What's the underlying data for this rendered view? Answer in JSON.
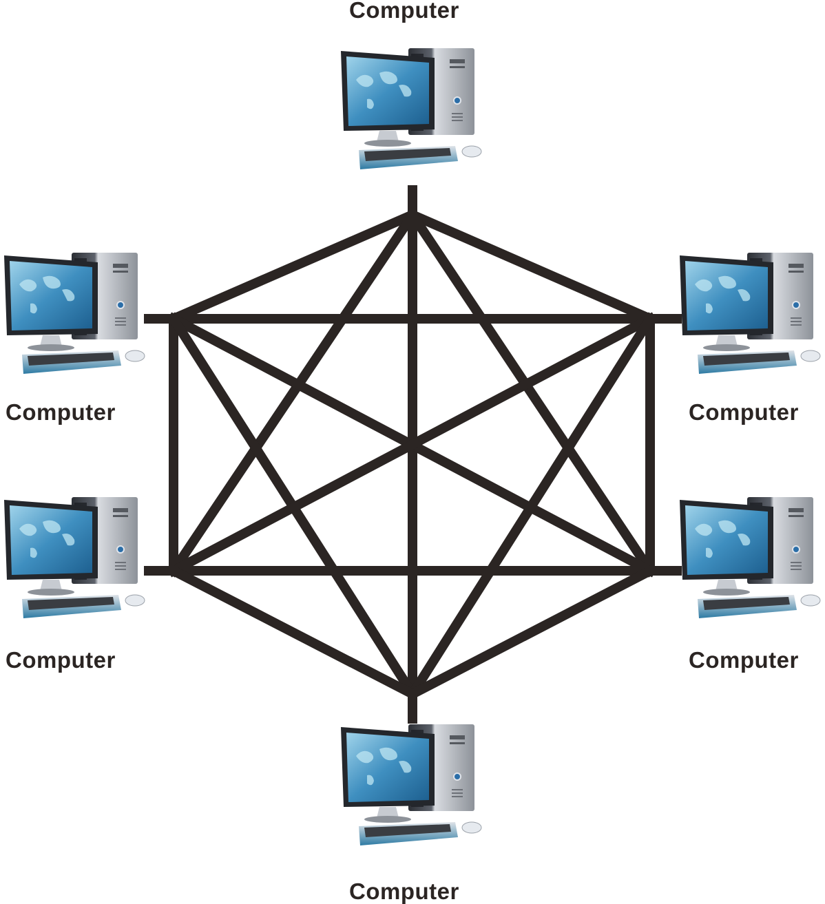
{
  "nodes": [
    {
      "id": "top",
      "label": "Computer"
    },
    {
      "id": "upper-left",
      "label": "Computer"
    },
    {
      "id": "upper-right",
      "label": "Computer"
    },
    {
      "id": "lower-left",
      "label": "Computer"
    },
    {
      "id": "lower-right",
      "label": "Computer"
    },
    {
      "id": "bottom",
      "label": "Computer"
    }
  ],
  "topology": "full-mesh",
  "colors": {
    "link": "#2b2523",
    "label": "#2b2523",
    "screen": "#2f7fb4",
    "case": "#c9ccd2"
  }
}
